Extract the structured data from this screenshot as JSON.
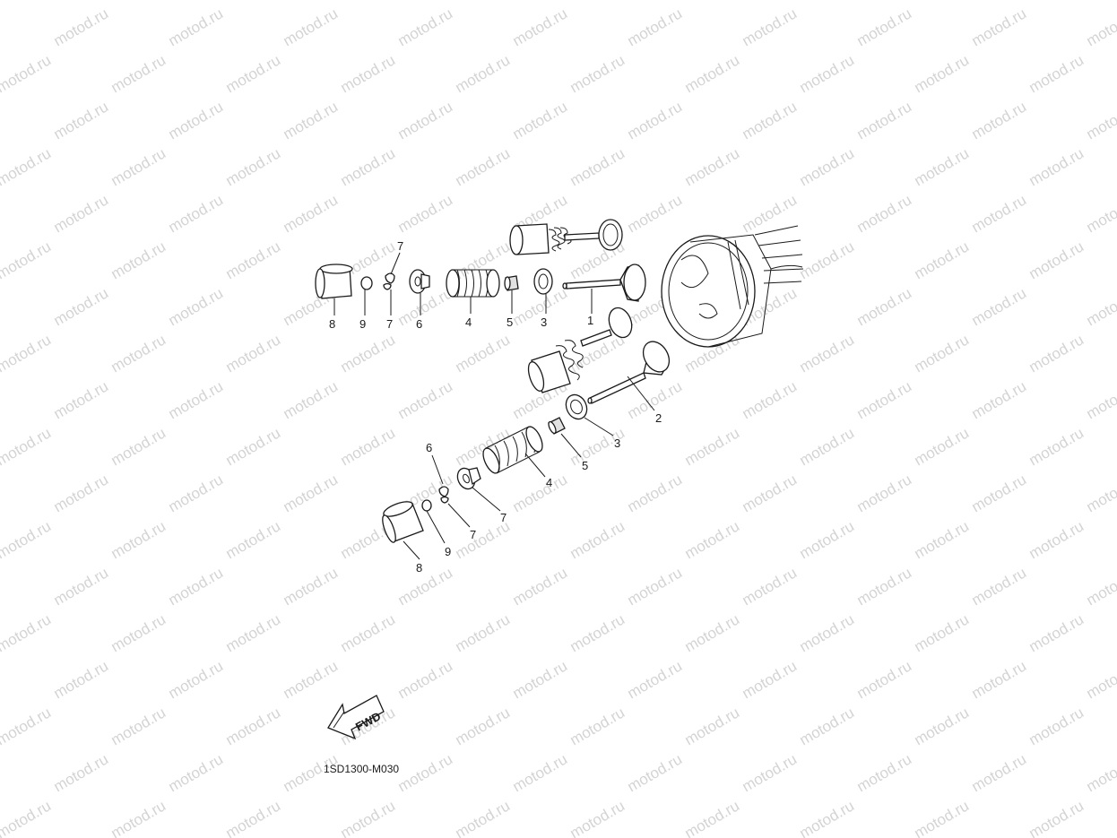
{
  "watermark": {
    "text": "motod.ru"
  },
  "diagram": {
    "code": "1SD1300-M030",
    "fwd_label": "FWD"
  },
  "upper_callouts": [
    "8",
    "9",
    "7",
    "7",
    "6",
    "4",
    "5",
    "3",
    "1"
  ],
  "lower_callouts": [
    "2",
    "3",
    "5",
    "4",
    "7",
    "6",
    "7",
    "8",
    "9"
  ]
}
